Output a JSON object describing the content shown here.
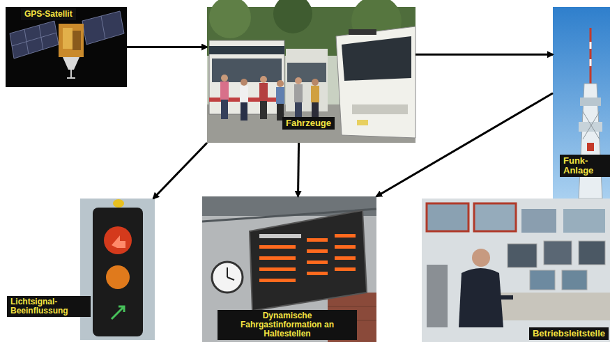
{
  "diagram": {
    "nodes": [
      {
        "text": [
          "GPS-Satellit"
        ]
      },
      {
        "text": [
          "Fahrzeuge"
        ]
      },
      {
        "text": [
          "Funk- Anlage"
        ]
      },
      {
        "text": [
          "Lichtsignal- Beeinflussung"
        ]
      },
      {
        "text": [
          "Dynamische Fahrgastinformation an Haltestellen"
        ]
      },
      {
        "text": [
          "Betriebsleitstelle"
        ]
      }
    ],
    "edges": [
      {
        "from": 0,
        "to": 1,
        "arrow": "to"
      },
      {
        "from": 1,
        "to": 2,
        "arrow": "to"
      },
      {
        "from": 1,
        "to": 3,
        "arrow": "to"
      },
      {
        "from": 1,
        "to": 4,
        "arrow": "to"
      },
      {
        "from": 2,
        "to": 4,
        "arrow": "to"
      }
    ]
  }
}
